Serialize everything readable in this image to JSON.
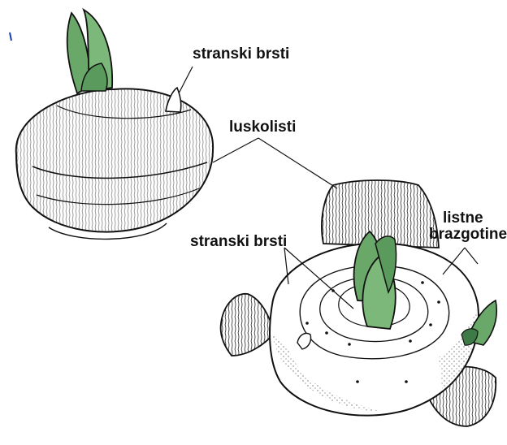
{
  "labels": {
    "stranski_brsti_top": "stranski brsti",
    "luskolisti": "luskolisti",
    "stranski_brsti_bottom": "stranski brsti",
    "listne_line1": "listne",
    "listne_line2": "brazgotine"
  },
  "colors": {
    "ink": "#111111",
    "sprout_green": "#6aa86a",
    "sprout_dark": "#3d7a45",
    "background": "#ffffff",
    "stipple": "#555555"
  }
}
